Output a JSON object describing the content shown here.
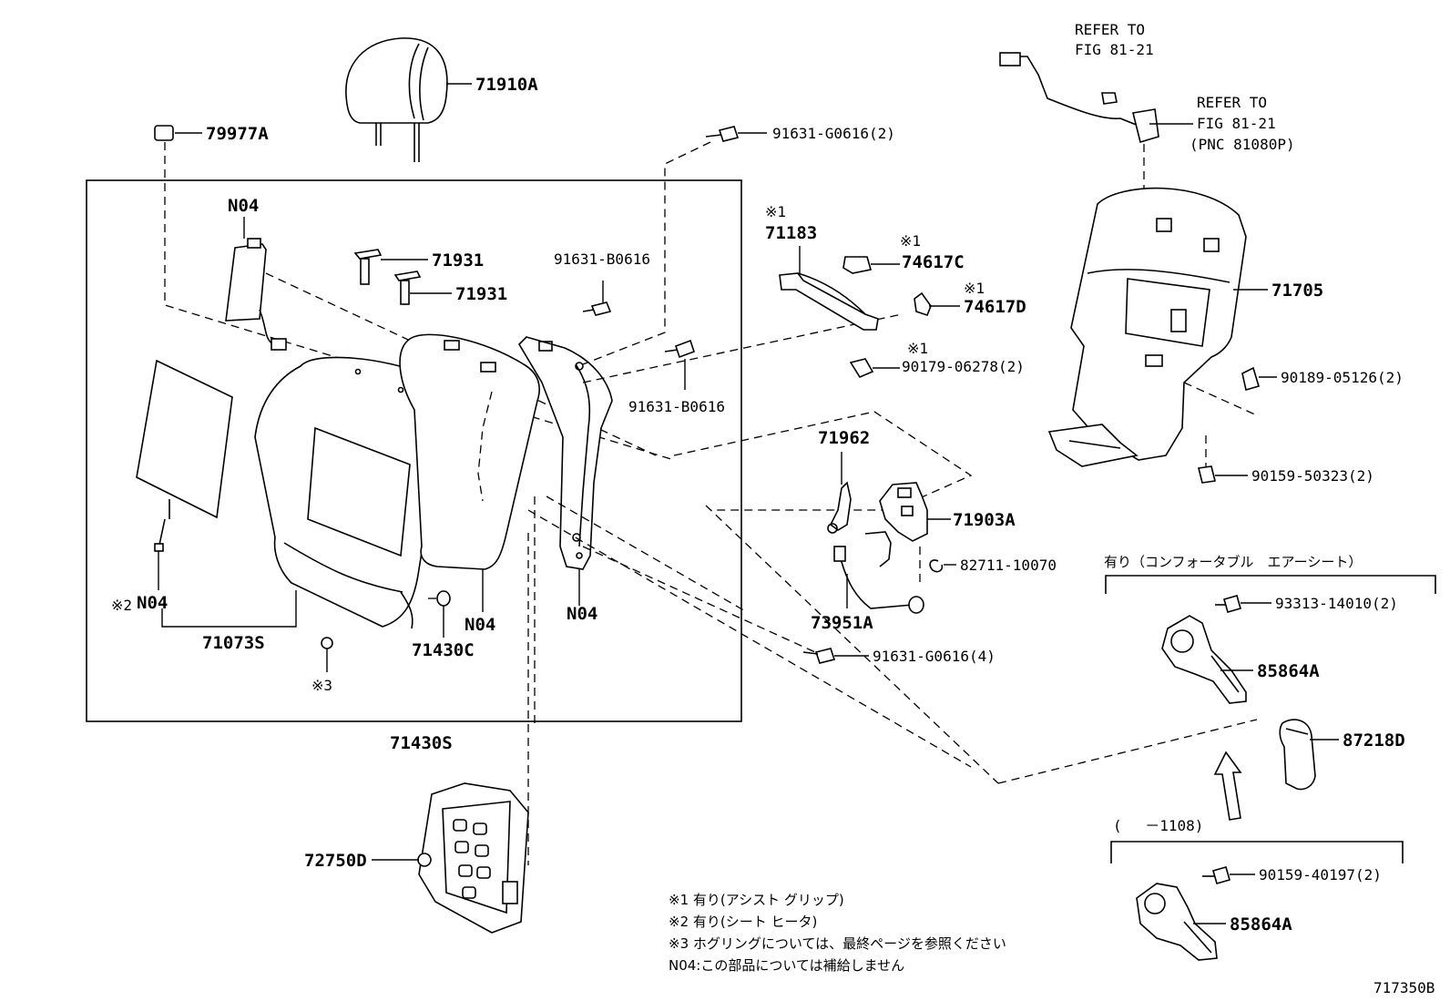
{
  "parts": {
    "headrest": "71910A",
    "cap": "79977A",
    "n04_top": "N04",
    "pin_a": "71931",
    "pin_b": "71931",
    "bolt_top": "91631-G0616(2)",
    "bolt_b_upper": "91631-B0616",
    "bolt_b_lower": "91631-B0616",
    "grip": "71183",
    "cover_c": "74617C",
    "cover_d": "74617D",
    "clip_90179": "90179-06278(2)",
    "bracket_71962": "71962",
    "recliner_71903a": "71903A",
    "ring_82711": "82711-10070",
    "harness_73951a": "73951A",
    "bolt_g_lower": "91631-G0616(4)",
    "n04_heater": "N04",
    "cover_71073s": "71073S",
    "n04_pad": "N04",
    "n04_frame": "N04",
    "grommet": "71430C",
    "assy": "71430S",
    "lumbar": "72750D",
    "board_71705": "71705",
    "clip_90189": "90189-05126(2)",
    "screw_90159a": "90159-50323(2)",
    "screw_93313": "93313-14010(2)",
    "blower_a": "85864A",
    "duct": "87218D",
    "screw_90159b": "90159-40197(2)",
    "blower_b": "85864A"
  },
  "marks": {
    "m1_grip": "※1",
    "m1_c": "※1",
    "m1_d": "※1",
    "m1_clip": "※1",
    "m2": "※2",
    "m3": "※3"
  },
  "refer1": {
    "line1": "REFER TO",
    "line2": "FIG 81-21"
  },
  "refer2": {
    "line1": "REFER TO",
    "line2": "FIG 81-21",
    "line3": "(PNC 81080P)"
  },
  "brackets": {
    "comfort": "有り（コンフォータブル　エアーシート）",
    "date": "(　 －1108)"
  },
  "notes": [
    "※1  有り(アシスト グリップ)",
    "※2  有り(シート ヒータ)",
    "※3  ホグリングについては、最終ページを参照ください",
    "N04:この部品については補給しません"
  ],
  "figure_code": "717350B"
}
